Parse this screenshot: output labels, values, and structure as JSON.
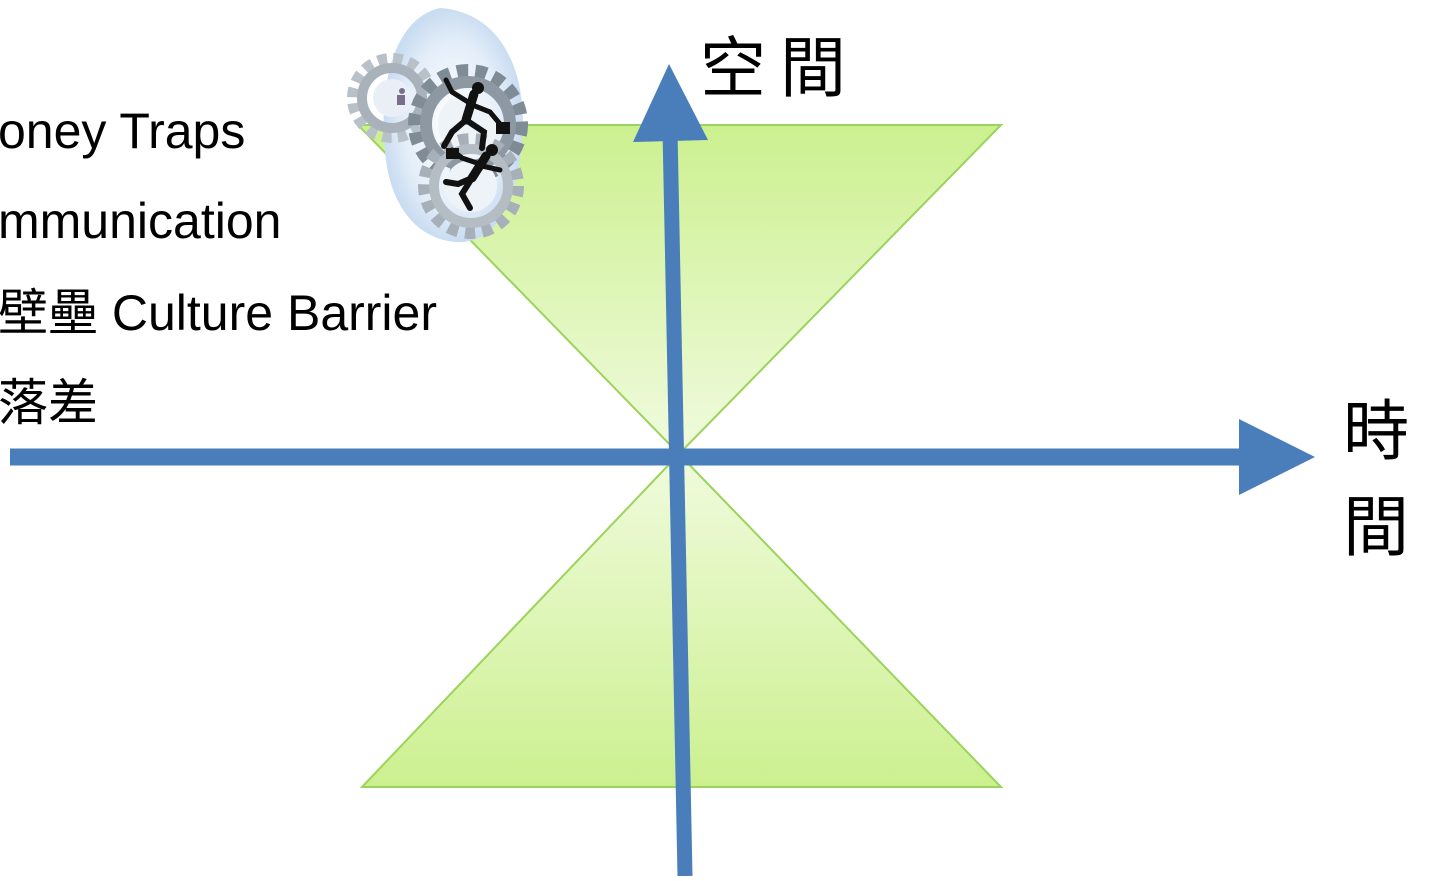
{
  "bullets": [
    {
      "text": "oney Traps"
    },
    {
      "text": "mmunication"
    },
    {
      "cjk": "壁壘",
      "text": " Culture Barrier"
    },
    {
      "cjk": "落差"
    }
  ],
  "axes": {
    "vertical_label": "空間",
    "horizontal_label_line1": "時",
    "horizontal_label_line2": "間"
  },
  "colors": {
    "axis": "#4a7ebb",
    "cone_fill_top": "#ccf08f",
    "cone_fill_bottom": "#eefbd9",
    "cone_stroke": "#9bd35c",
    "gear_dark": "#6f7a85",
    "gear_light": "#b9c1c8",
    "clipart_bg": "#dbe9f7"
  },
  "icons": {
    "clipart": "businessmen-running-on-gears-icon"
  }
}
